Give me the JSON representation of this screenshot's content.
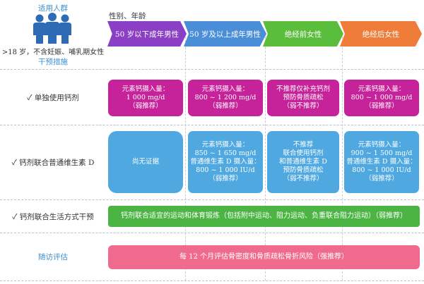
{
  "header": {
    "population_label": "适用人群",
    "population_desc": ">18 岁，不含妊娠、哺乳期女性",
    "intervention_label": "干预措施",
    "axis_label": "性别、年龄"
  },
  "columns": [
    {
      "label": "50 岁以下成年男性",
      "color": "#8a3fc4"
    },
    {
      "label": "50 岁及以上成年男性",
      "color": "#4b8ed8"
    },
    {
      "label": "绝经前女性",
      "color": "#5bbd3c"
    },
    {
      "label": "绝经后女性",
      "color": "#f07c3a"
    }
  ],
  "rows": [
    {
      "label": "✓ 单独使用钙剂"
    },
    {
      "label": "✓ 钙剂联合普通维生素 D"
    },
    {
      "label": "✓ 钙剂联合生活方式干预"
    },
    {
      "label": "随访评估"
    }
  ],
  "row1": [
    [
      "元素钙摄入量：",
      "1 000 mg/d",
      "（弱推荐）"
    ],
    [
      "元素钙摄入量：",
      "800 ~ 1 200 mg/d",
      "（弱推荐）"
    ],
    [
      "不推荐仅补充钙剂",
      "预防骨质疏松",
      "（弱不推荐）"
    ],
    [
      "元素钙摄入量：",
      "800 ~ 1 000 mg/d",
      "（弱推荐）"
    ]
  ],
  "row2": [
    [
      "尚无证据"
    ],
    [
      "元素钙摄入量：",
      "850 ~ 1 650 mg/d",
      "普通维生素 D 摄入量：",
      "800 ~ 1 000 IU/d",
      "（弱推荐）"
    ],
    [
      "不推荐",
      "联合使用钙剂",
      "和普通维生素 D",
      "预防骨质疏松",
      "（弱不推荐）"
    ],
    [
      "元素钙摄入量：",
      "900 ~ 1 500 mg/d",
      "普通维生素 D 摄入量：",
      "800 ~ 1 000 IU/d",
      "（弱推荐）"
    ]
  ],
  "row3_text": "钙剂联合适宜的运动和体育锻炼（包括附中运动、阻力运动、负重联合阻力运动）（弱推荐）",
  "row4_text": "每 12 个月评估骨密度和骨质疏松骨折风险（强推荐）",
  "icons": {
    "people": "people-group-icon"
  }
}
